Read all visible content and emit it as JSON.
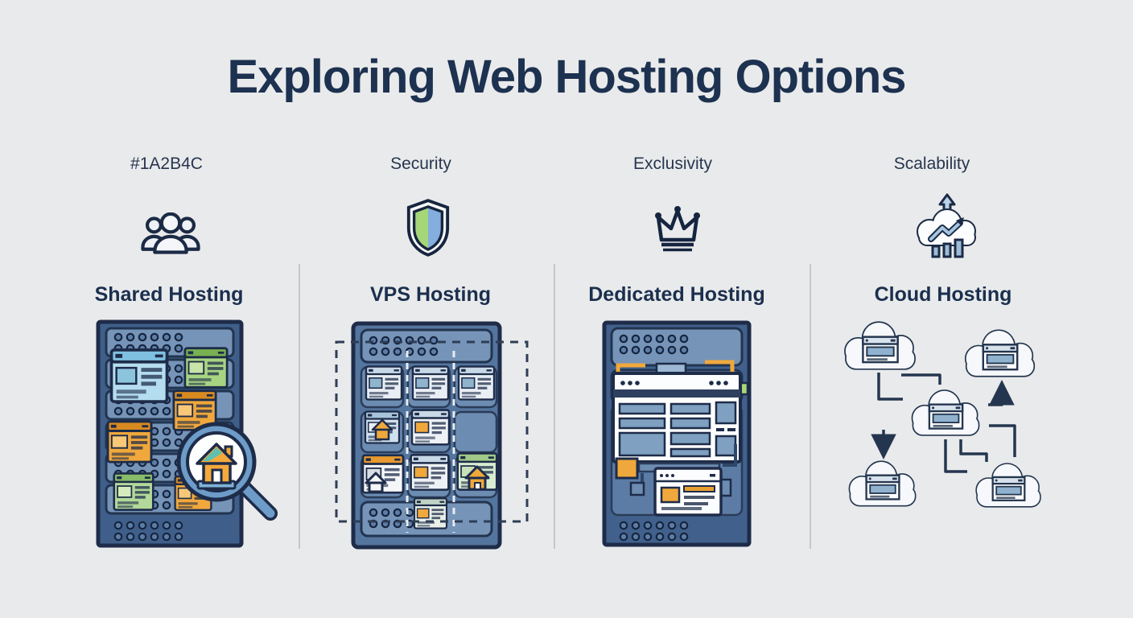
{
  "page": {
    "title": "Exploring Web Hosting Options",
    "background_color": "#e9eaeb",
    "title_color": "#1d3150"
  },
  "columns": [
    {
      "feature_label": "#1A2B4C",
      "icon": "people-group-icon",
      "title": "Shared Hosting",
      "illustration": "server-rack-with-many-small-websites-and-magnifier-house"
    },
    {
      "feature_label": "Security",
      "icon": "shield-icon",
      "title": "VPS Hosting",
      "illustration": "server-rack-partitioned-by-dashed-lines"
    },
    {
      "feature_label": "Exclusivity",
      "icon": "crown-icon",
      "title": "Dedicated Hosting",
      "illustration": "server-rack-with-single-large-website"
    },
    {
      "feature_label": "Scalability",
      "icon": "cloud-growth-icon",
      "title": "Cloud Hosting",
      "illustration": "network-of-five-clouds-with-websites-and-arrows"
    }
  ],
  "colors": {
    "navy_outline": "#1e2c49",
    "rack_frame": "#3f5f8a",
    "rack_body": "#54759e",
    "rack_panel": "#7694b8",
    "window_blue": "#b5ddf0",
    "window_green": "#a8d482",
    "window_orange": "#f0a83c",
    "magnifier_blue": "#6d9cc8",
    "house_roof_teal": "#5fc0af",
    "shield_green": "#a5d678",
    "shield_blue": "#83aede",
    "divider_gray": "#c5c8cb"
  }
}
